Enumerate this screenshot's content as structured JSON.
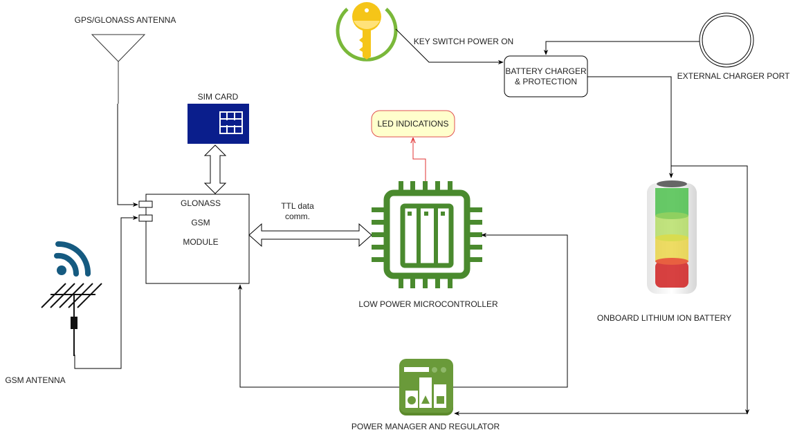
{
  "labels": {
    "gps_antenna": "GPS/GLONASS ANTENNA",
    "gsm_antenna": "GSM ANTENNA",
    "sim_card": "SIM CARD",
    "module_line1": "GLONASS",
    "module_line2": "GSM",
    "module_line3": "MODULE",
    "ttl_line1": "TTL data",
    "ttl_line2": "comm.",
    "led": "LED INDICATIONS",
    "mcu": "LOW POWER MICROCONTROLLER",
    "key_switch": "KEY SWITCH POWER ON",
    "charger_line1": "BATTERY CHARGER",
    "charger_line2": "& PROTECTION",
    "ext_port": "EXTERNAL CHARGER PORT",
    "battery": "ONBOARD LITHIUM ION BATTERY",
    "power_manager": "POWER MANAGER AND REGULATOR"
  },
  "colors": {
    "chip_green": "#4a8a2e",
    "sim_blue": "#0a1e8c",
    "wifi_blue": "#155a80",
    "power_green": "#6a9a3a",
    "led_fill": "#ffffcc",
    "led_border": "#e05050",
    "key_yellow": "#f5c518",
    "key_ring": "#7ab83a"
  },
  "icons": [
    "antenna-icon",
    "gsm-antenna-icon",
    "wifi-icon",
    "sim-card-icon",
    "microcontroller-chip-icon",
    "key-icon",
    "charger-port-icon",
    "battery-icon",
    "power-manager-icon"
  ]
}
